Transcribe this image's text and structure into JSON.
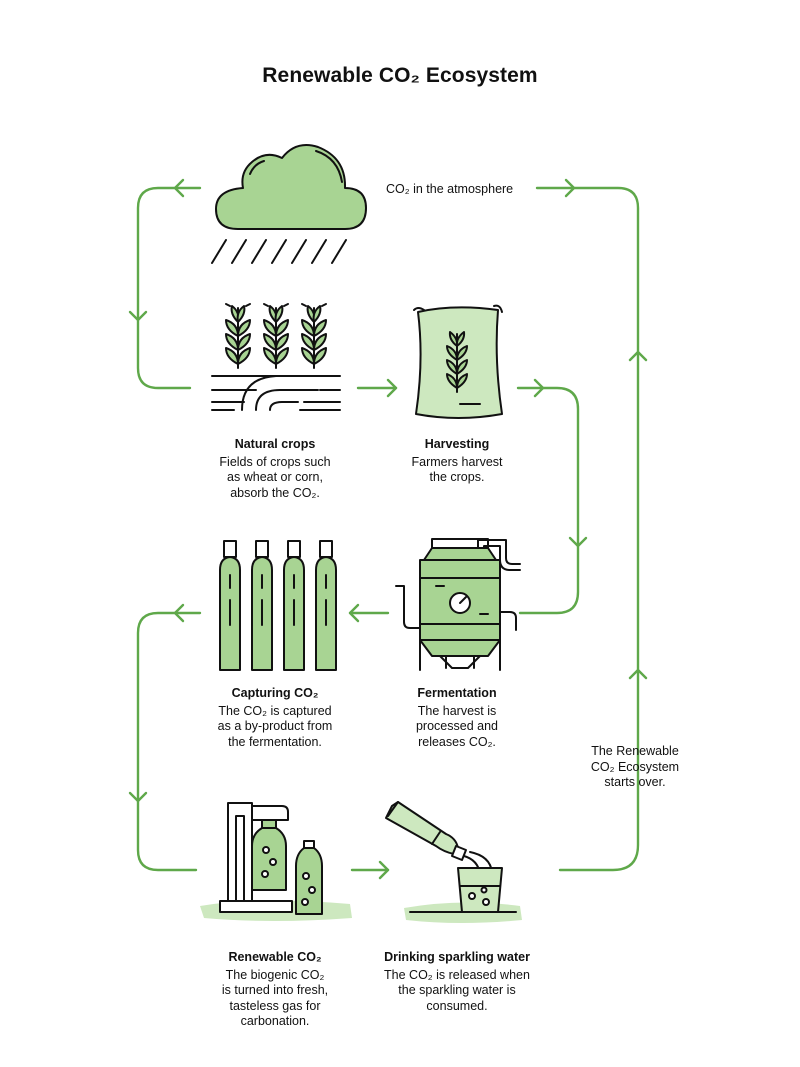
{
  "title": "Renewable CO₂ Ecosystem",
  "atmosphere_label": "CO₂ in the atmosphere",
  "loop_note": [
    "The Renewable",
    "CO₂ Ecosystem",
    "starts over."
  ],
  "steps": [
    {
      "heading": "Natural crops",
      "lines": [
        "Fields of crops such",
        "as wheat or corn,",
        "absorb the CO₂."
      ]
    },
    {
      "heading": "Harvesting",
      "lines": [
        "Farmers harvest",
        "the crops."
      ]
    },
    {
      "heading": "Capturing CO₂",
      "lines": [
        "The CO₂ is captured",
        "as a by-product from",
        "the fermentation."
      ]
    },
    {
      "heading": "Fermentation",
      "lines": [
        "The harvest is",
        "processed and",
        "releases CO₂."
      ]
    },
    {
      "heading": "Renewable CO₂",
      "lines": [
        "The biogenic CO₂",
        "is turned into fresh,",
        "tasteless gas for",
        "carbonation."
      ]
    },
    {
      "heading": "Drinking sparkling water",
      "lines": [
        "The CO₂ is released when",
        "the sparkling water is",
        "consumed."
      ]
    }
  ],
  "colors": {
    "accent": "#5fa84a",
    "fill": "#a8d493",
    "fill_light": "#cde8bf",
    "ink": "#111111"
  },
  "icons": [
    "cloud-rain-icon",
    "wheat-field-icon",
    "grain-sack-icon",
    "gas-cylinders-icon",
    "fermentation-tank-icon",
    "carbonation-machine-icon",
    "pouring-bottle-icon"
  ]
}
